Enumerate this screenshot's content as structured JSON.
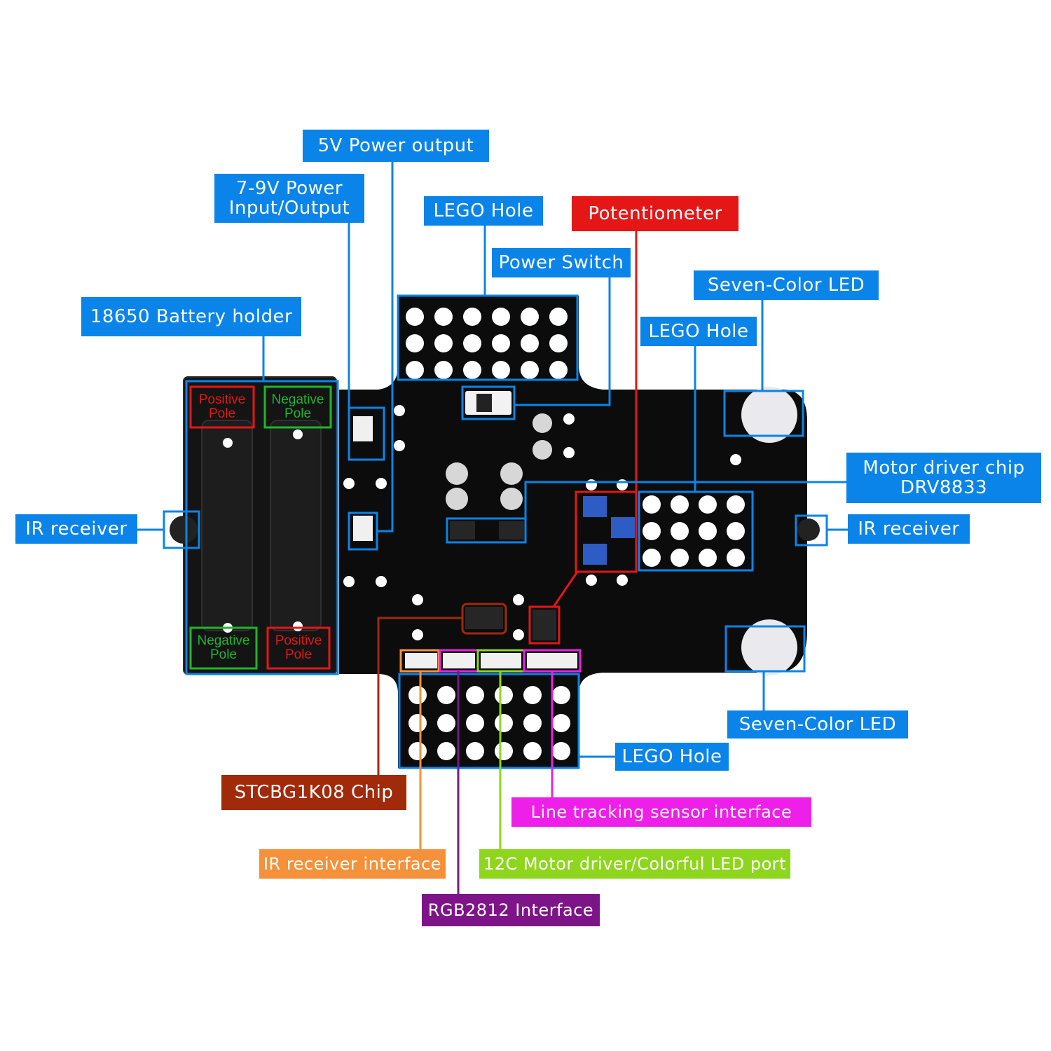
{
  "colors": {
    "blue": "#0a84e8",
    "red": "#e51616",
    "brown": "#a02a0a",
    "orange": "#f5913a",
    "magenta": "#ee1fe8",
    "lime": "#8ed61e",
    "purple": "#7d1488",
    "green": "#1fb62a",
    "board": "#0c0c0c",
    "hole": "#ffffff"
  },
  "labels": {
    "power_5v": "5V Power output",
    "power_79v_line1": "7-9V Power",
    "power_79v_line2": "Input/Output",
    "lego_hole_top": "LEGO Hole",
    "potentiometer": "Potentiometer",
    "power_switch": "Power Switch",
    "seven_color_led_top": "Seven-Color LED",
    "battery_holder": "18650 Battery holder",
    "lego_hole_right": "LEGO Hole",
    "motor_driver_line1": "Motor driver chip",
    "motor_driver_line2": "DRV8833",
    "ir_receiver_left": "IR receiver",
    "ir_receiver_right": "IR receiver",
    "seven_color_led_bottom": "Seven-Color LED",
    "lego_hole_bottom": "LEGO Hole",
    "stc_chip": "STCBG1K08 Chip",
    "line_tracking": "Line tracking sensor interface",
    "ir_receiver_interface": "IR receiver interface",
    "i2c_port": "12C Motor driver/Colorful LED port",
    "rgb_interface": "RGB2812 Interface"
  },
  "battery_tags": {
    "positive_top_1": "Positive",
    "positive_top_2": "Pole",
    "negative_top_1": "Negative",
    "negative_top_2": "Pole",
    "negative_bottom_1": "Negative",
    "negative_bottom_2": "Pole",
    "positive_bottom_1": "Positive",
    "positive_bottom_2": "Pole"
  }
}
